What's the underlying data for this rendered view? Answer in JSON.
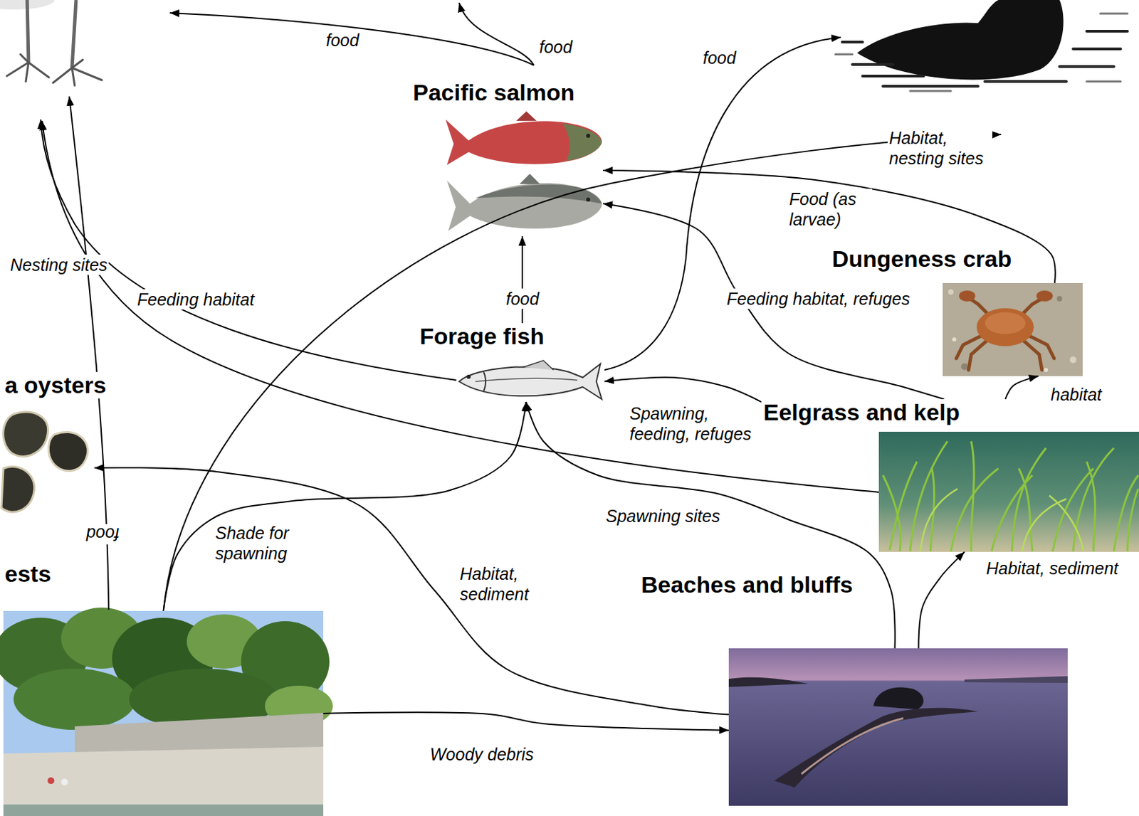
{
  "diagram": {
    "nodes": [
      {
        "text": [
          "Pacific salmon"
        ]
      },
      {
        "text": [
          "Dungeness crab"
        ]
      },
      {
        "text": [
          "Forage fish"
        ]
      },
      {
        "text": [
          "a oysters"
        ]
      },
      {
        "text": [
          "Eelgrass and kelp"
        ]
      },
      {
        "text": [
          "ests"
        ]
      },
      {
        "text": [
          "Beaches and bluffs"
        ]
      }
    ],
    "edges": [
      {
        "from": 1,
        "to": 0,
        "arrow": "to",
        "label": "Food (as larvae)"
      },
      {
        "from": 2,
        "to": 0,
        "arrow": "to",
        "label": "food"
      },
      {
        "from": 4,
        "to": 2,
        "arrow": "to",
        "label": "Spawning, feeding, refuges"
      },
      {
        "from": 4,
        "to": 0,
        "arrow": "to",
        "label": "Feeding habitat, refuges"
      },
      {
        "from": 4,
        "to": 1,
        "arrow": "to",
        "label": "habitat"
      },
      {
        "from": 6,
        "to": 4,
        "arrow": "to",
        "label": "Habitat, sediment"
      },
      {
        "from": 6,
        "to": 2,
        "arrow": "to",
        "label": "Spawning sites"
      },
      {
        "from": 5,
        "to": 2,
        "arrow": "to",
        "label": "Shade for spawning"
      },
      {
        "from": 5,
        "to": 6,
        "arrow": "to",
        "label": "Woody debris"
      },
      {
        "from": 6,
        "to": 3,
        "arrow": "to",
        "label": "Habitat, sediment"
      }
    ],
    "labels": [
      "food",
      "food",
      "food",
      "Habitat, nesting sites",
      "Nesting sites",
      "Feeding habitat",
      "food"
    ]
  }
}
